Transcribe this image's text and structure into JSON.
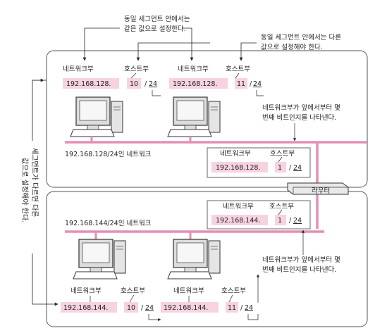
{
  "notes": {
    "same_segment_line1": "동일 세그먼트 안에서는",
    "same_segment_line2": "같은 값으로 설정한다.",
    "diff_line1": "동일 세그먼트 안에서는 다른",
    "diff_line2": "값으로 설정해야 한다.",
    "prefix_top_line1": "네트워크부가 앞에서부터 몇",
    "prefix_top_line2": "번째 비트인지를 나타낸다.",
    "prefix_bottom_line1": "네트워크부가 앞에서부터 몇",
    "prefix_bottom_line2": "번째 비트인지를 나타낸다.",
    "side_col1": "세그먼트가 다르면 다른",
    "side_col2": "값으로 설정해야 한다."
  },
  "labels": {
    "network": "네트워크부",
    "host": "호스트부",
    "router": "라우터"
  },
  "top_segment": {
    "name": "192.168.128/24인 네트워크",
    "pc1": {
      "network": "192.168.128.",
      "host": "10",
      "prefix": "24"
    },
    "pc2": {
      "network": "192.168.128.",
      "host": "11",
      "prefix": "24"
    },
    "router_if": {
      "network": "192.168.128.",
      "host": "1",
      "prefix": "24"
    }
  },
  "bottom_segment": {
    "name": "192.168.144/24인 네트워크",
    "router_if": {
      "network": "192.168.144.",
      "host": "1",
      "prefix": "24"
    },
    "pc1": {
      "network": "192.168.144.",
      "host": "10",
      "prefix": "24"
    },
    "pc2": {
      "network": "192.168.144.",
      "host": "11",
      "prefix": "24"
    }
  },
  "colors": {
    "segment_line": "#e58fb5",
    "address_fill": "#f7d3e2",
    "frame": "#555555"
  }
}
